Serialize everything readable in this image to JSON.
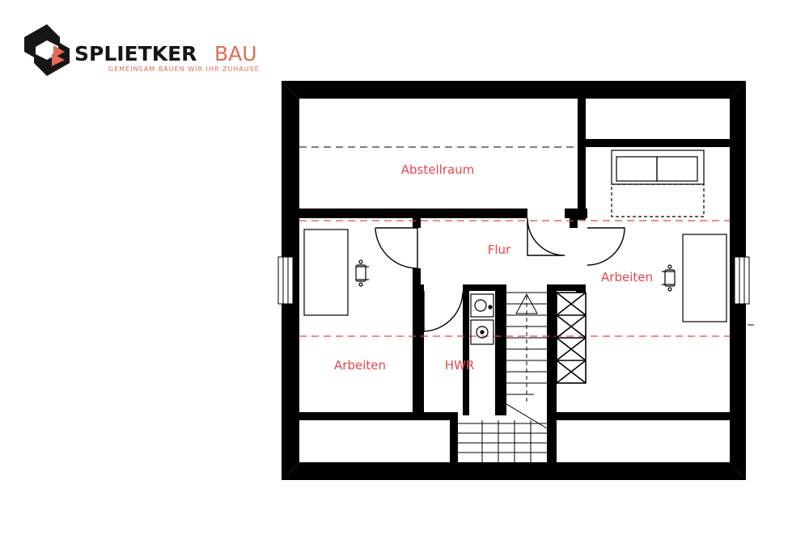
{
  "brand": {
    "name_bold": "SPLIETKER",
    "name_light": "BAU",
    "tagline": "GEMEINSAM BAUEN WIR IHR ZUHAUSE",
    "colors": {
      "dark": "#161616",
      "accent": "#e46a55"
    }
  },
  "floorplan": {
    "colors": {
      "wall": "#000000",
      "label": "#e8454c",
      "dash": "#e8454c"
    },
    "rooms": {
      "storage": "Abstellraum",
      "hall": "Flur",
      "work_right": "Arbeiten",
      "work_left": "Arbeiten",
      "utility": "HWR"
    }
  }
}
